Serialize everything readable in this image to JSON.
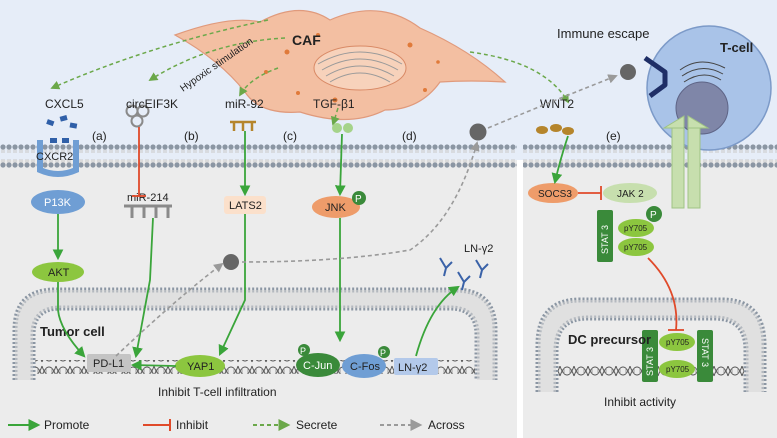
{
  "labels": {
    "caf": "CAF",
    "immune_escape": "Immune escape",
    "t_cell": "T-cell",
    "hypoxic": "Hypoxic stimulation",
    "cxcl5": "CXCL5",
    "circeif3k": "circEIF3K",
    "mir92": "miR-92",
    "tgfb1": "TGF-β1",
    "wnt2": "WNT2",
    "panel_a": "(a)",
    "panel_b": "(b)",
    "panel_c": "(c)",
    "panel_d": "(d)",
    "panel_e": "(e)",
    "cxcr2": "CXCR2",
    "p13k": "P13K",
    "akt": "AKT",
    "mir214": "miR-214",
    "lats2": "LATS2",
    "jnk": "JNK",
    "p": "P",
    "lny2_top": "LN-γ2",
    "tumor_cell": "Tumor cell",
    "pdl1": "PD-L1",
    "yap1": "YAP1",
    "cjun": "C-Jun",
    "cfos": "C-Fos",
    "lny2_nuc": "LN-γ2",
    "inhibit_infiltration": "Inhibit T-cell infiltration",
    "socs3": "SOCS3",
    "jak2": "JAK 2",
    "stat3": "STAT 3",
    "py705": "pY705",
    "dc_precursor": "DC precursor",
    "inhibit_activity": "Inhibit activity"
  },
  "legend": [
    {
      "label": "Promote",
      "color": "#3aa53a",
      "style": "solid-arrow"
    },
    {
      "label": "Inhibit",
      "color": "#e04a2a",
      "style": "solid-bar"
    },
    {
      "label": "Secrete",
      "color": "#6ba84a",
      "style": "dashed-arrow"
    },
    {
      "label": "Across",
      "color": "#9a9a9a",
      "style": "dashed-arrow"
    }
  ],
  "colors": {
    "promote": "#3aa53a",
    "inhibit": "#e04a2a",
    "secrete": "#6ba84a",
    "across": "#9a9a9a",
    "caf_fill": "#f3bfa2",
    "receptor_blue": "#6f9ed4",
    "protein_green": "#8cc63f",
    "protein_dark": "#3a8a3a",
    "lats_peach": "#fbe0cb",
    "jnk_orange": "#ee9c6a",
    "pdl1_gray": "#c4c4c4",
    "tcell": "#a9c3e8"
  }
}
